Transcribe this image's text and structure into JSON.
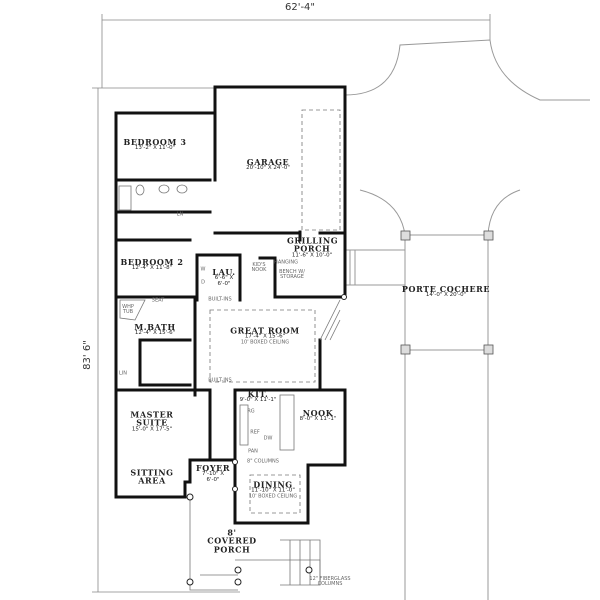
{
  "overall": {
    "width": "62'-4\"",
    "depth": "83' 6\""
  },
  "rooms": [
    {
      "id": "bedroom-3",
      "name": "BEDROOM 3",
      "size": "13'-2\" X 11'-0\""
    },
    {
      "id": "garage",
      "name": "GARAGE",
      "size": "20'-10\" X 24'-0\""
    },
    {
      "id": "grilling-porch",
      "name": "GRILLING PORCH",
      "size": "11'-6\" X 10'-0\""
    },
    {
      "id": "bedroom-2",
      "name": "BEDROOM 2",
      "size": "12'-4\" X 11'-8\""
    },
    {
      "id": "laundry",
      "name": "LAU.",
      "size": "6'-6\" X 6'-0\""
    },
    {
      "id": "master-bath",
      "name": "M.BATH",
      "size": "12'-4\" X 15'-6\""
    },
    {
      "id": "great-room",
      "name": "GREAT ROOM",
      "size": "17'-4\" X 15'-6\"",
      "note": "10' BOXED CEILING"
    },
    {
      "id": "kitchen",
      "name": "KIT.",
      "size": "9'-0\" X 11'-1\""
    },
    {
      "id": "nook",
      "name": "NOOK",
      "size": "8'-0\" X 11'-1\""
    },
    {
      "id": "master-suite",
      "name": "MASTER SUITE",
      "size": "15'-0\" X 17'-5\""
    },
    {
      "id": "sitting-area",
      "name": "SITTING AREA"
    },
    {
      "id": "foyer",
      "name": "FOYER",
      "size": "7'-10\" X 6'-0\""
    },
    {
      "id": "dining",
      "name": "DINING",
      "size": "11'-10\" X 11'-0\"",
      "note": "10' BOXED CEILING"
    },
    {
      "id": "covered-porch",
      "name": "8' COVERED PORCH"
    },
    {
      "id": "porte-cochere",
      "name": "PORTE COCHERE",
      "size": "14'-0\" X 20'-0\""
    }
  ],
  "notes": {
    "hanging": "HANGING",
    "kids_nook": "KID'S NOOK",
    "bench": "BENCH W/ STORAGE",
    "built_ins_1": "BUILT-INS",
    "built_ins_2": "BUILT-INS",
    "whp_tub": "WHP TUB",
    "seat": "SEAT",
    "lin": "LIN",
    "ln": "LN",
    "rg": "RG",
    "ref": "REF",
    "dw": "DW",
    "pan": "PAN",
    "w": "W",
    "d": "D",
    "columns": "8\" COLUMNS",
    "fiberglass": "12\" FIBERGLASS COLUMNS"
  },
  "colors": {
    "wall": "#111111",
    "line": "#999999"
  }
}
